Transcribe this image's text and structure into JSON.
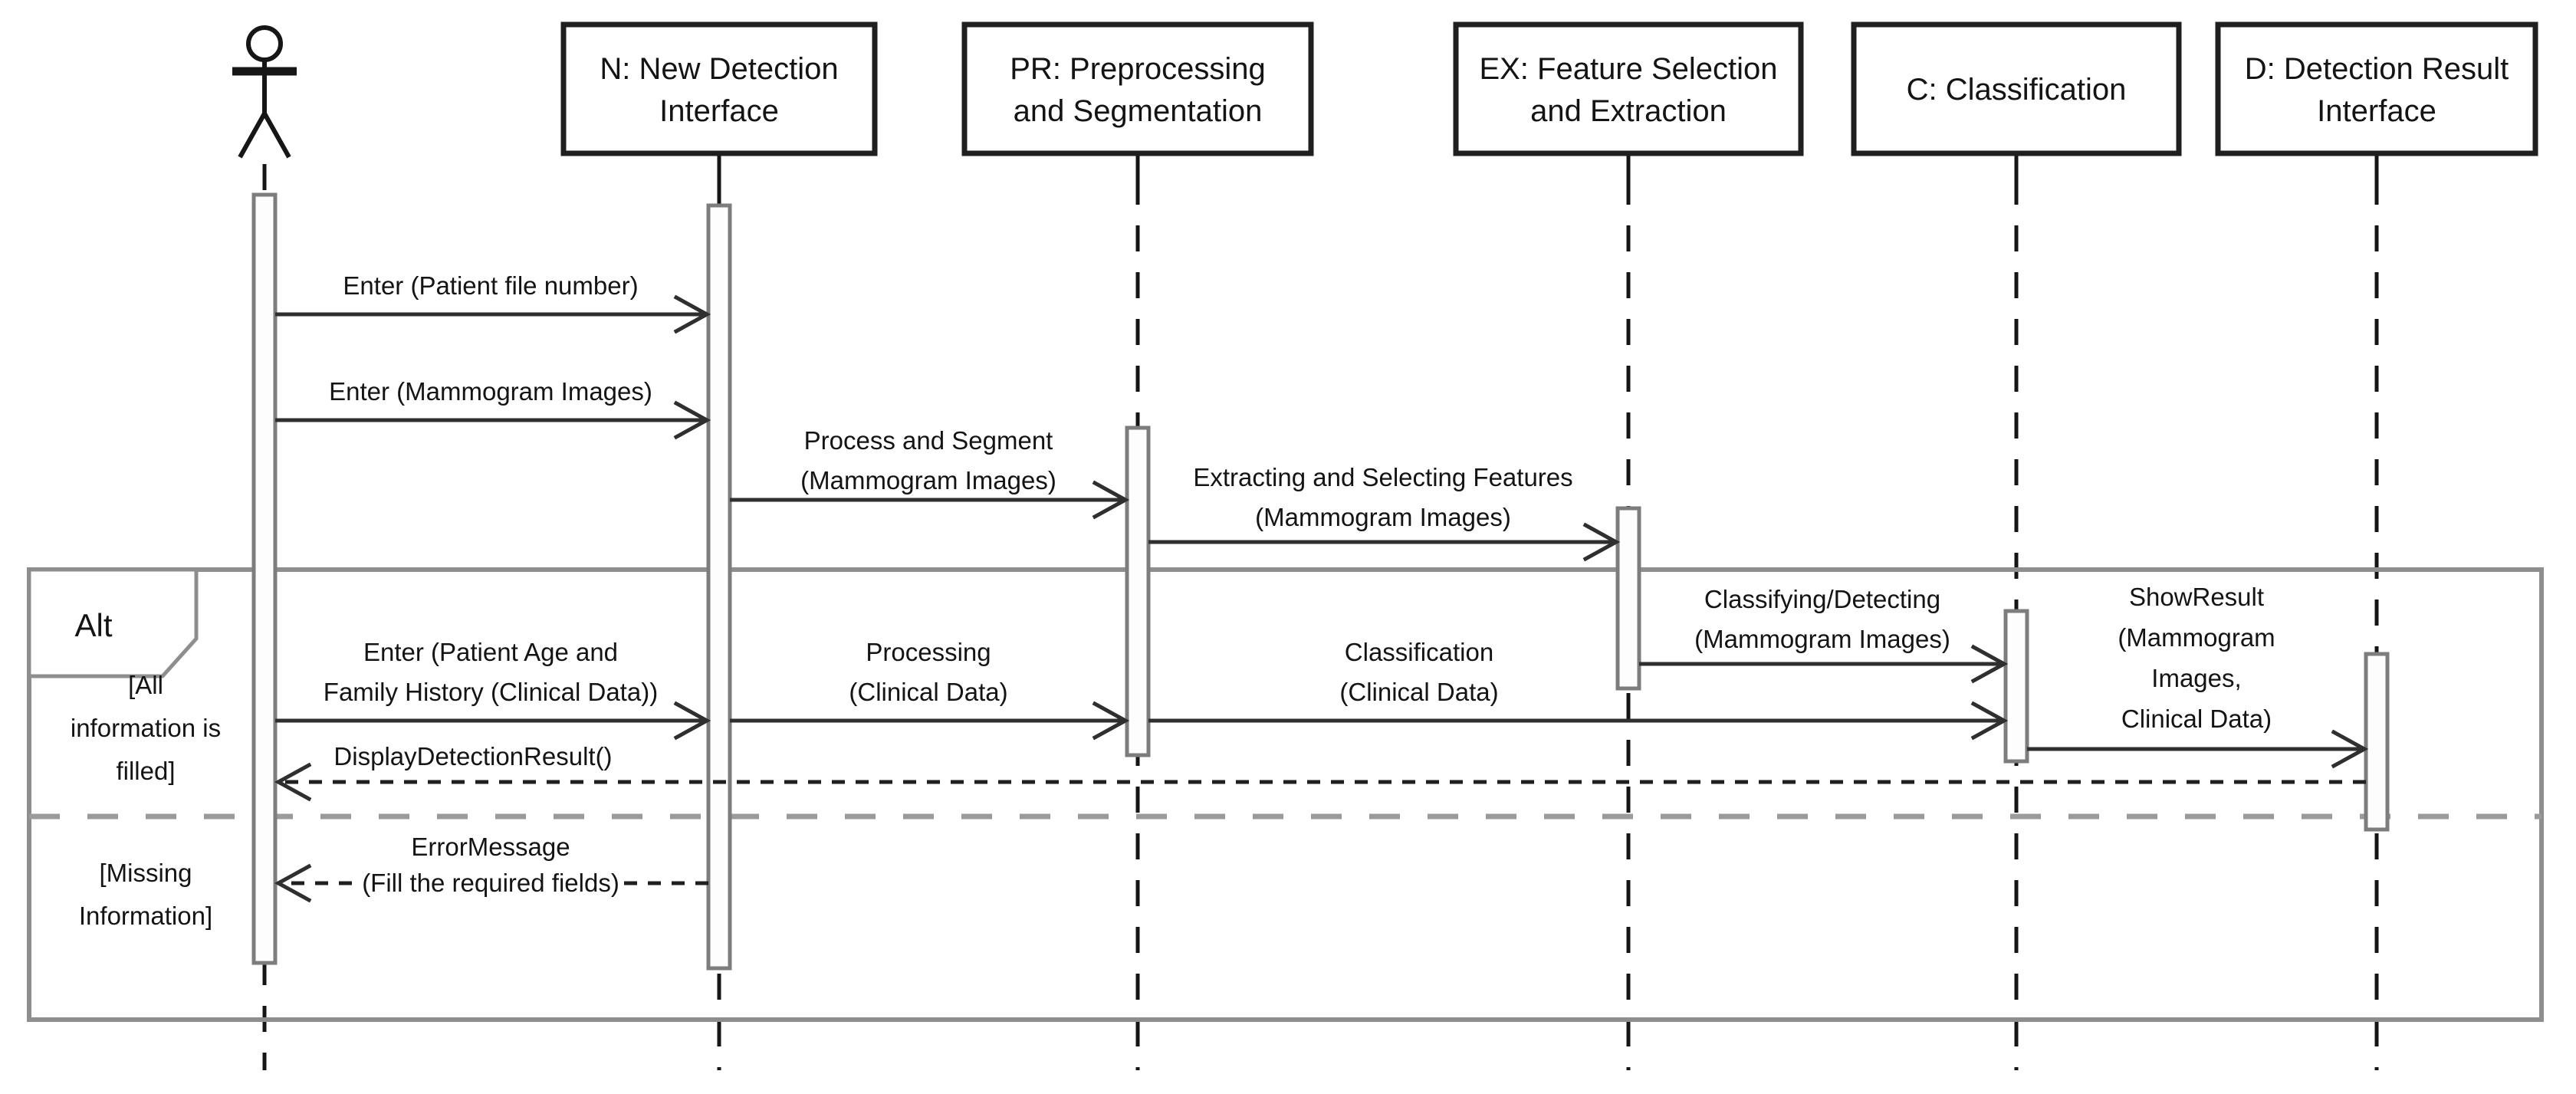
{
  "diagram_type": "uml-sequence-diagram",
  "colors": {
    "background": "#ffffff",
    "line": "#2f2f2f",
    "fragment_gray": "#8e8e8e",
    "text": "#141414"
  },
  "participants": [
    {
      "label": "N: New Detection\nInterface"
    },
    {
      "label": "PR: Preprocessing\nand Segmentation"
    },
    {
      "label": "EX: Feature Selection\nand Extraction"
    },
    {
      "label": "C: Classification"
    },
    {
      "label": "D: Detection Result\nInterface"
    }
  ],
  "messages": [
    {
      "label": "Enter (Patient file number)",
      "kind": "call"
    },
    {
      "label": "Enter (Mammogram Images)",
      "kind": "call"
    },
    {
      "label": "Process and Segment\n(Mammogram Images)",
      "kind": "call"
    },
    {
      "label": "Extracting and Selecting Features\n(Mammogram Images)",
      "kind": "call"
    },
    {
      "label": "Classifying/Detecting\n(Mammogram Images)",
      "kind": "call"
    },
    {
      "label": "Enter (Patient Age and\nFamily History (Clinical Data))",
      "kind": "call"
    },
    {
      "label": "Processing\n(Clinical Data)",
      "kind": "call"
    },
    {
      "label": "Classification\n(Clinical Data)",
      "kind": "call"
    },
    {
      "label": "ShowResult\n(Mammogram\nImages,\nClinical Data)",
      "kind": "call"
    },
    {
      "label": "DisplayDetectionResult()",
      "kind": "return"
    },
    {
      "label": "ErrorMessage\n(Fill the required fields)",
      "kind": "return"
    }
  ],
  "fragment": {
    "operator": "Alt",
    "guards": [
      {
        "label": "[All\ninformation is\nfilled]"
      },
      {
        "label": "[Missing\nInformation]"
      }
    ]
  }
}
